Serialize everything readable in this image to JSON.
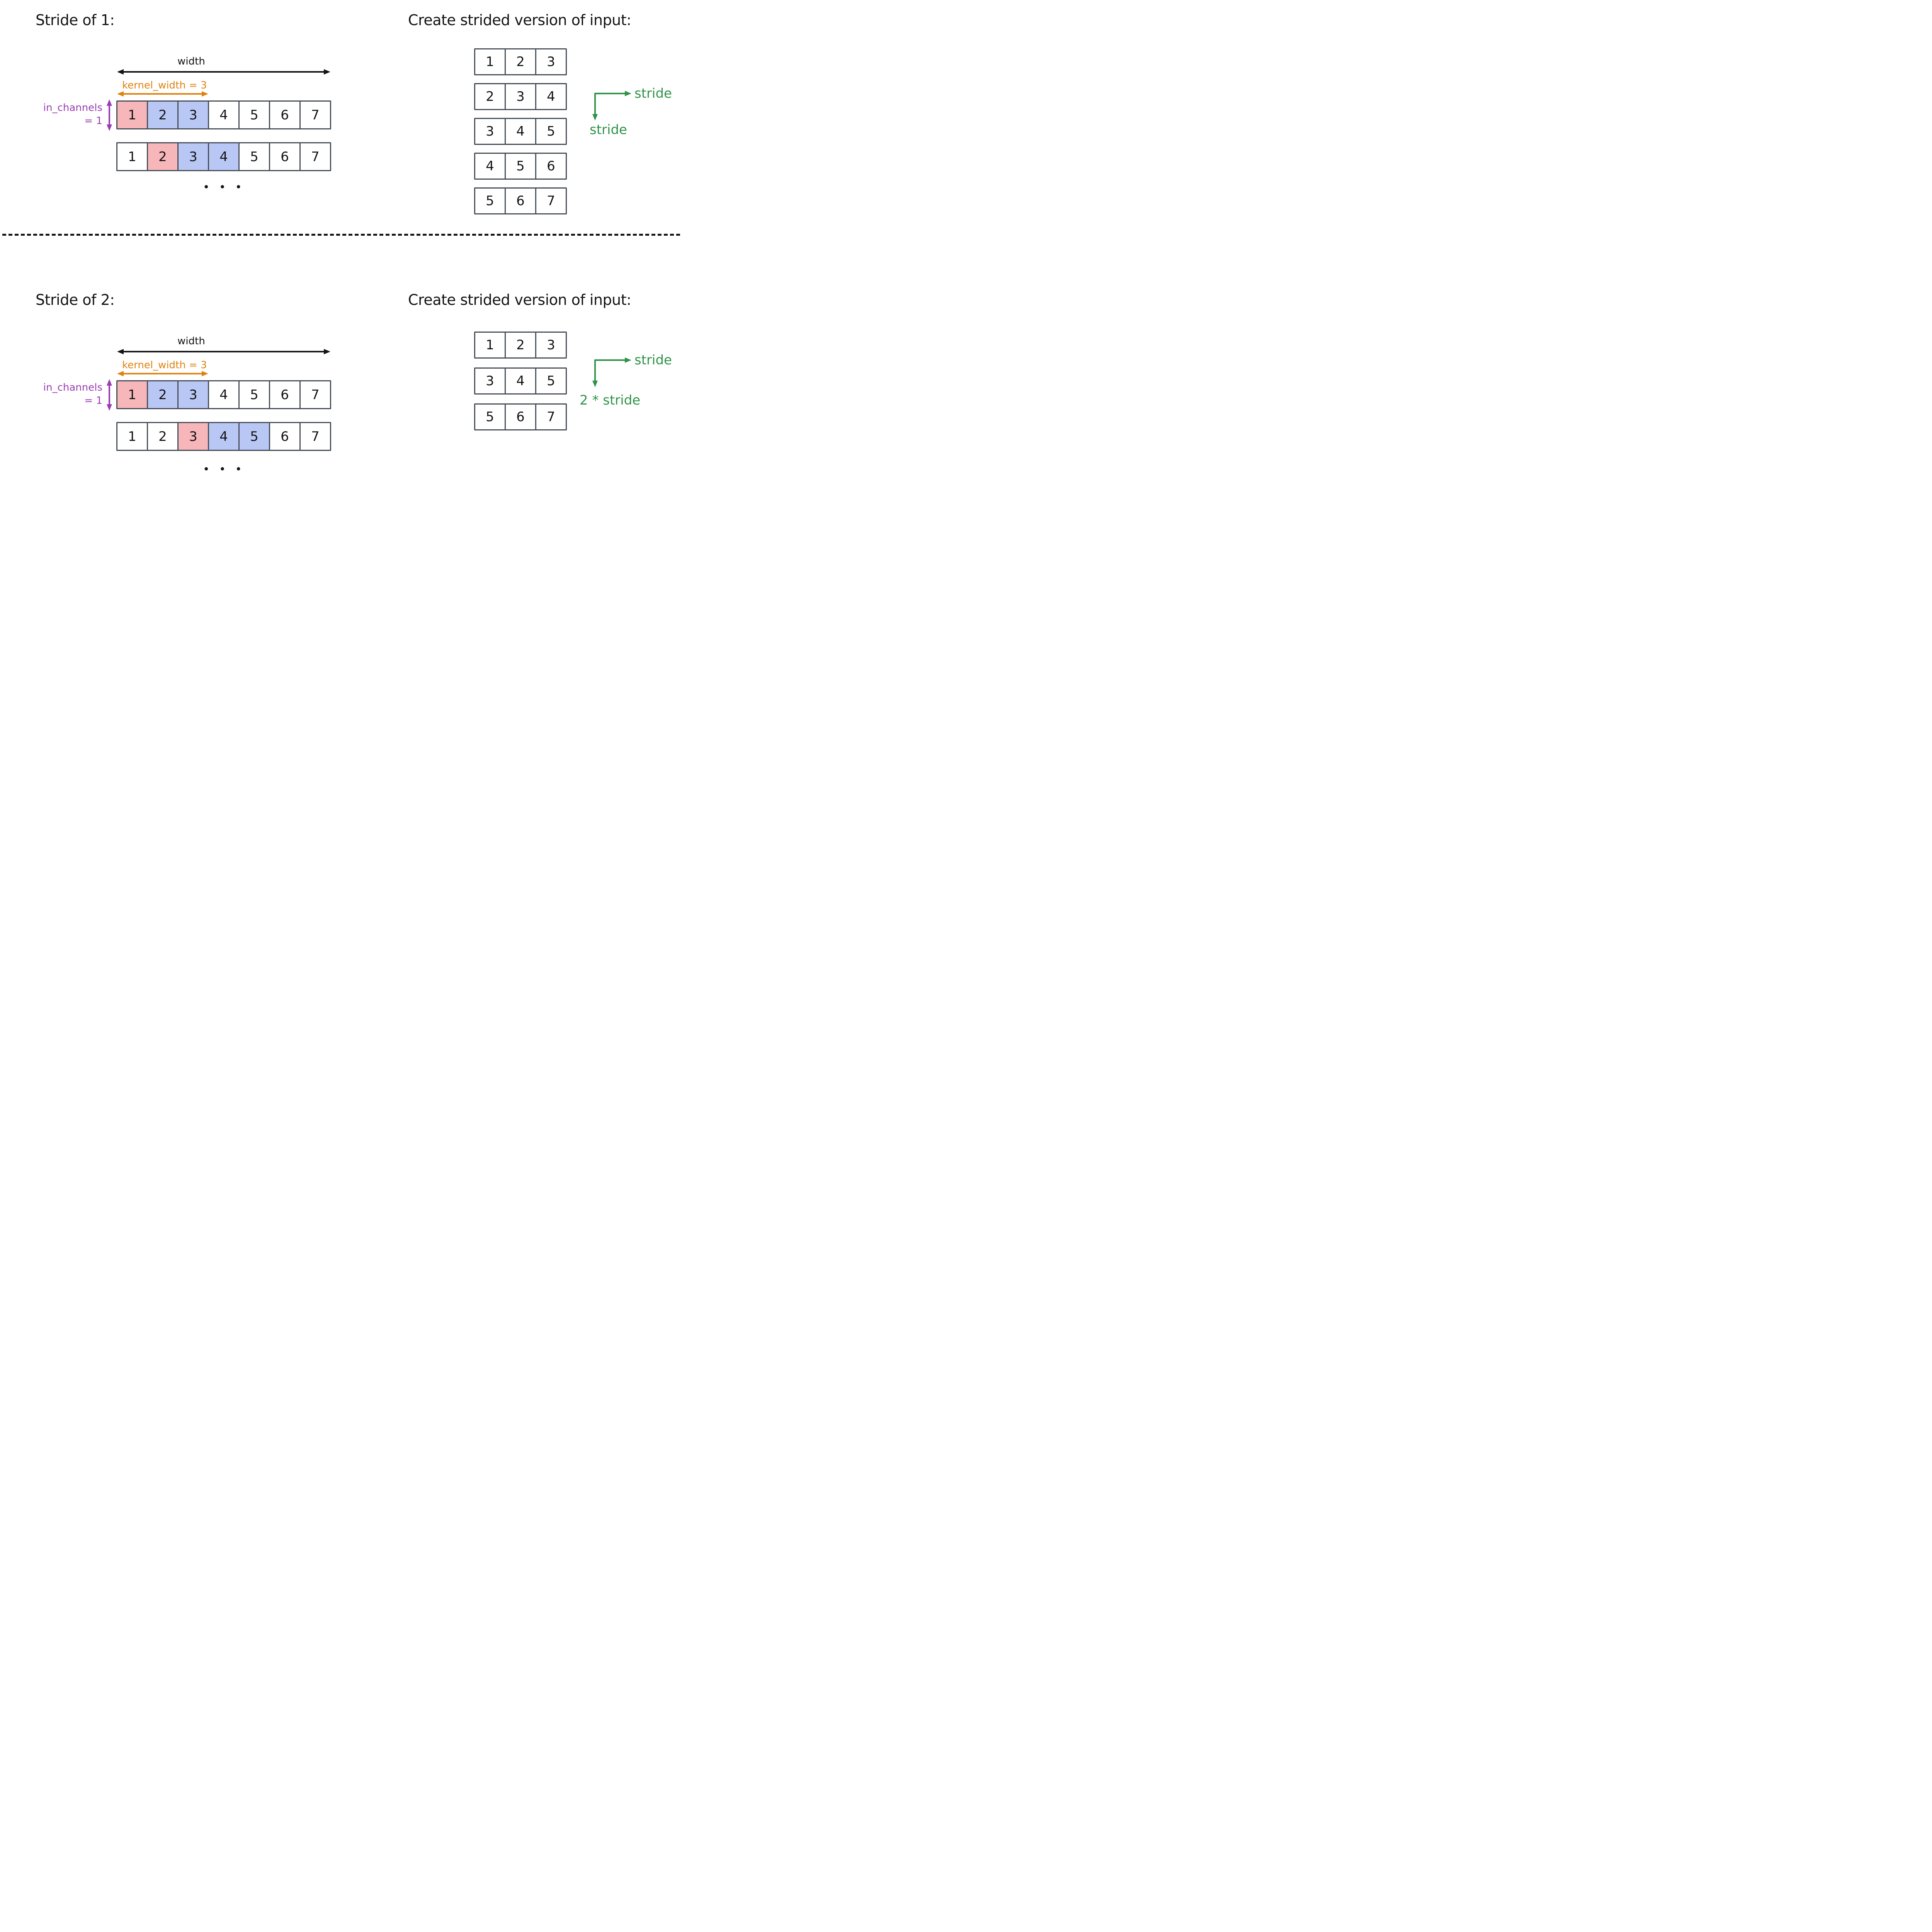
{
  "colors": {
    "ink": "#141414",
    "cell_border": "#474e58",
    "pink": "#f7b6ba",
    "blue": "#b9c7f5",
    "orange": "#e0820f",
    "purple": "#9a3db2",
    "green": "#2f9348"
  },
  "sections": {
    "stride1": {
      "title": "Stride of 1:",
      "input": {
        "width_label": "width",
        "kernel_label": "kernel_width = 3",
        "in_channels_label": "in_channels",
        "in_channels_value": "= 1",
        "rows": [
          {
            "cells": [
              {
                "value": "1",
                "fill": "pink"
              },
              {
                "value": "2",
                "fill": "blue"
              },
              {
                "value": "3",
                "fill": "blue"
              },
              {
                "value": "4",
                "fill": "white"
              },
              {
                "value": "5",
                "fill": "white"
              },
              {
                "value": "6",
                "fill": "white"
              },
              {
                "value": "7",
                "fill": "white"
              }
            ]
          },
          {
            "cells": [
              {
                "value": "1",
                "fill": "white"
              },
              {
                "value": "2",
                "fill": "pink"
              },
              {
                "value": "3",
                "fill": "blue"
              },
              {
                "value": "4",
                "fill": "blue"
              },
              {
                "value": "5",
                "fill": "white"
              },
              {
                "value": "6",
                "fill": "white"
              },
              {
                "value": "7",
                "fill": "white"
              }
            ]
          }
        ],
        "ellipsis": "• • •"
      },
      "strided": {
        "title": "Create strided version of input:",
        "matrices": [
          [
            "1",
            "2",
            "3"
          ],
          [
            "2",
            "3",
            "4"
          ],
          [
            "3",
            "4",
            "5"
          ],
          [
            "4",
            "5",
            "6"
          ],
          [
            "5",
            "6",
            "7"
          ]
        ],
        "stride_right_label": "stride",
        "stride_down_label": "stride"
      }
    },
    "stride2": {
      "title": "Stride of 2:",
      "input": {
        "width_label": "width",
        "kernel_label": "kernel_width = 3",
        "in_channels_label": "in_channels",
        "in_channels_value": "= 1",
        "rows": [
          {
            "cells": [
              {
                "value": "1",
                "fill": "pink"
              },
              {
                "value": "2",
                "fill": "blue"
              },
              {
                "value": "3",
                "fill": "blue"
              },
              {
                "value": "4",
                "fill": "white"
              },
              {
                "value": "5",
                "fill": "white"
              },
              {
                "value": "6",
                "fill": "white"
              },
              {
                "value": "7",
                "fill": "white"
              }
            ]
          },
          {
            "cells": [
              {
                "value": "1",
                "fill": "white"
              },
              {
                "value": "2",
                "fill": "white"
              },
              {
                "value": "3",
                "fill": "pink"
              },
              {
                "value": "4",
                "fill": "blue"
              },
              {
                "value": "5",
                "fill": "blue"
              },
              {
                "value": "6",
                "fill": "white"
              },
              {
                "value": "7",
                "fill": "white"
              }
            ]
          }
        ],
        "ellipsis": "• • •"
      },
      "strided": {
        "title": "Create strided version of input:",
        "matrices": [
          [
            "1",
            "2",
            "3"
          ],
          [
            "3",
            "4",
            "5"
          ],
          [
            "5",
            "6",
            "7"
          ]
        ],
        "stride_right_label": "stride",
        "stride_down_label": "2 * stride"
      }
    }
  }
}
